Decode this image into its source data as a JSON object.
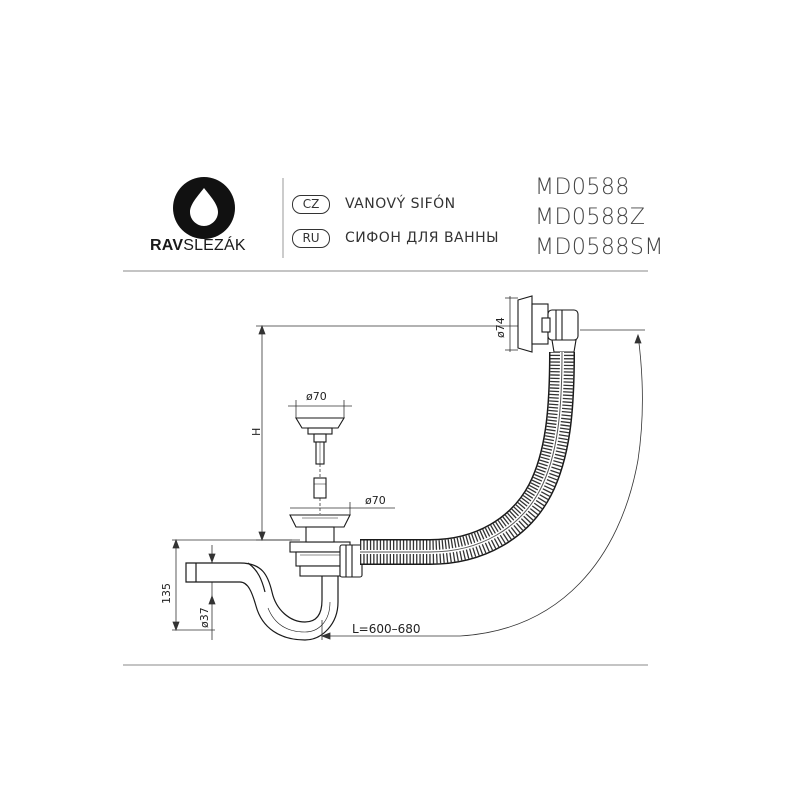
{
  "brand": {
    "part1": "RAV",
    "part2": "SLEZÁK"
  },
  "langs": [
    {
      "code": "CZ",
      "text": "VANOVÝ SIFÓN"
    },
    {
      "code": "RU",
      "text": "СИФОН ДЛЯ ВАННЫ"
    }
  ],
  "models": [
    "MD0588",
    "MD0588Z",
    "MD0588SM"
  ],
  "dims": {
    "overflow_dia": "ø74",
    "plug_dia": "ø70",
    "waste_dia": "ø70",
    "height": "H",
    "trap_height": "135",
    "trap_dia": "ø37",
    "length": "L=600–680"
  },
  "icons": {
    "logo": "water-drop-logo-icon"
  },
  "colors": {
    "line": "#1a1a1a",
    "hose": "#555555"
  }
}
